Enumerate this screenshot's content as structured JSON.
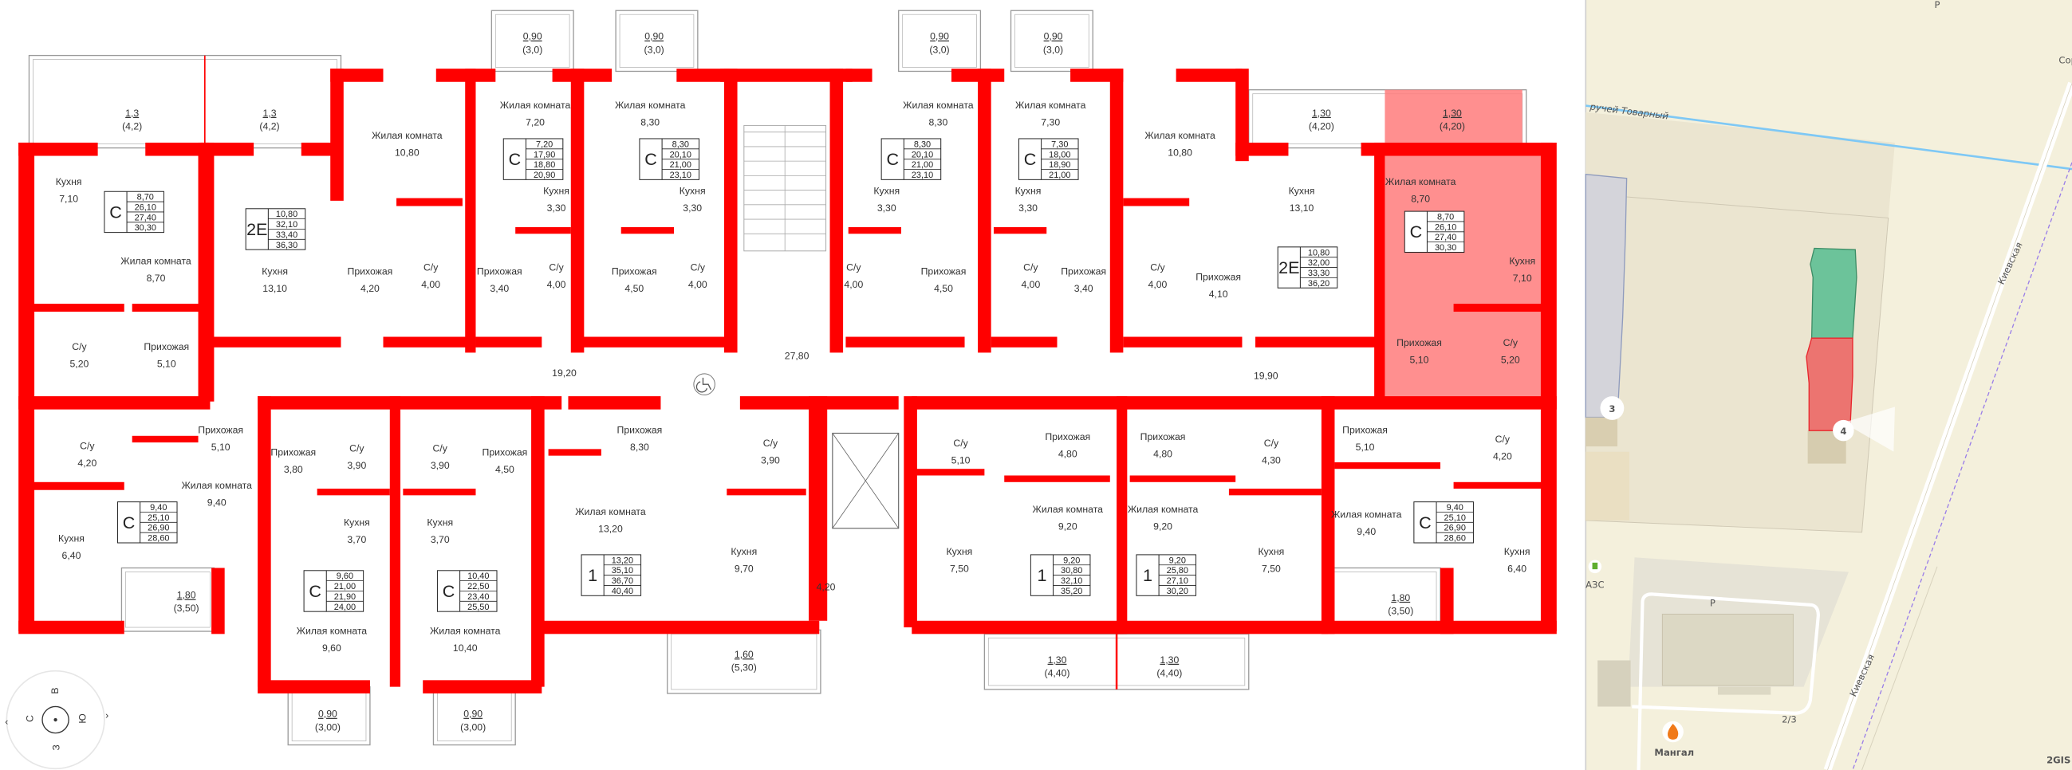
{
  "colors": {
    "wall": "#ff0000",
    "highlight": "#ff7b7b",
    "map_bg": "#f4f0dc",
    "river": "#7ec8f5",
    "building_selected": "#ec7470",
    "building_other": "#6cc39a"
  },
  "plan": {
    "apartments": [
      {
        "type": "С",
        "areas": [
          "8,70",
          "26,10",
          "27,40",
          "30,30"
        ],
        "rooms": [
          {
            "name": "Кухня",
            "area": "7,10"
          },
          {
            "name": "Жилая комната",
            "area": "8,70"
          },
          {
            "name": "С/у",
            "area": "5,20"
          },
          {
            "name": "Прихожая",
            "area": "5,10"
          }
        ],
        "balcony": {
          "area": "1,3",
          "total": "(4,2)"
        }
      },
      {
        "type": "2Е",
        "areas": [
          "10,80",
          "32,10",
          "33,40",
          "36,30"
        ],
        "rooms": [
          {
            "name": "Жилая комната",
            "area": "10,80"
          },
          {
            "name": "Кухня",
            "area": "13,10"
          },
          {
            "name": "Прихожая",
            "area": "4,20"
          },
          {
            "name": "С/у",
            "area": "4,00"
          }
        ],
        "balcony": {
          "area": "1,3",
          "total": "(4,2)"
        }
      },
      {
        "type": "С",
        "areas": [
          "7,20",
          "17,90",
          "18,80",
          "20,90"
        ],
        "rooms": [
          {
            "name": "Жилая комната",
            "area": "7,20"
          },
          {
            "name": "Кухня",
            "area": "3,30"
          },
          {
            "name": "Прихожая",
            "area": "3,40"
          },
          {
            "name": "С/у",
            "area": "4,00"
          }
        ],
        "balcony": {
          "area": "0,90",
          "total": "(3,0)"
        }
      },
      {
        "type": "С",
        "areas": [
          "8,30",
          "20,10",
          "21,00",
          "23,10"
        ],
        "rooms": [
          {
            "name": "Жилая комната",
            "area": "8,30"
          },
          {
            "name": "Кухня",
            "area": "3,30"
          },
          {
            "name": "Прихожая",
            "area": "4,50"
          },
          {
            "name": "С/у",
            "area": "4,00"
          }
        ],
        "balcony": {
          "area": "0,90",
          "total": "(3,0)"
        }
      },
      {
        "type": "С",
        "areas": [
          "8,30",
          "20,10",
          "21,00",
          "23,10"
        ],
        "rooms": [
          {
            "name": "Жилая комната",
            "area": "8,30"
          },
          {
            "name": "Кухня",
            "area": "3,30"
          },
          {
            "name": "С/у",
            "area": "4,00"
          },
          {
            "name": "Прихожая",
            "area": "4,50"
          }
        ],
        "balcony": {
          "area": "0,90",
          "total": "(3,0)"
        }
      },
      {
        "type": "С",
        "areas": [
          "7,30",
          "18,00",
          "18,90",
          "21,00"
        ],
        "rooms": [
          {
            "name": "Жилая комната",
            "area": "7,30"
          },
          {
            "name": "Кухня",
            "area": "3,30"
          },
          {
            "name": "С/у",
            "area": "4,00"
          },
          {
            "name": "Прихожая",
            "area": "3,40"
          }
        ],
        "balcony": {
          "area": "0,90",
          "total": "(3,0)"
        }
      },
      {
        "type": "2Е",
        "areas": [
          "10,80",
          "32,00",
          "33,30",
          "36,20"
        ],
        "rooms": [
          {
            "name": "Жилая комната",
            "area": "10,80"
          },
          {
            "name": "Кухня",
            "area": "13,10"
          },
          {
            "name": "С/у",
            "area": "4,00"
          },
          {
            "name": "Прихожая",
            "area": "4,10"
          }
        ],
        "balcony": {
          "area": "1,30",
          "total": "(4,20)"
        }
      },
      {
        "type": "С",
        "areas": [
          "8,70",
          "26,10",
          "27,40",
          "30,30"
        ],
        "highlighted": true,
        "rooms": [
          {
            "name": "Жилая комната",
            "area": "8,70"
          },
          {
            "name": "Кухня",
            "area": "7,10"
          },
          {
            "name": "Прихожая",
            "area": "5,10"
          },
          {
            "name": "С/у",
            "area": "5,20"
          }
        ],
        "balcony": {
          "area": "1,30",
          "total": "(4,20)"
        }
      },
      {
        "type": "С",
        "areas": [
          "9,40",
          "25,10",
          "26,90",
          "28,60"
        ],
        "rooms": [
          {
            "name": "С/у",
            "area": "4,20"
          },
          {
            "name": "Прихожая",
            "area": "5,10"
          },
          {
            "name": "Жилая комната",
            "area": "9,40"
          },
          {
            "name": "Кухня",
            "area": "6,40"
          }
        ],
        "balcony": {
          "area": "1,80",
          "total": "(3,50)"
        }
      },
      {
        "type": "С",
        "areas": [
          "9,60",
          "21,00",
          "21,90",
          "24,00"
        ],
        "rooms": [
          {
            "name": "Прихожая",
            "area": "3,80"
          },
          {
            "name": "С/у",
            "area": "3,90"
          },
          {
            "name": "Кухня",
            "area": "3,70"
          },
          {
            "name": "Жилая комната",
            "area": "9,60"
          }
        ],
        "balcony": {
          "area": "0,90",
          "total": "(3,00)"
        }
      },
      {
        "type": "С",
        "areas": [
          "10,40",
          "22,50",
          "23,40",
          "25,50"
        ],
        "rooms": [
          {
            "name": "С/у",
            "area": "3,90"
          },
          {
            "name": "Прихожая",
            "area": "4,50"
          },
          {
            "name": "Кухня",
            "area": "3,70"
          },
          {
            "name": "Жилая комната",
            "area": "10,40"
          }
        ],
        "balcony": {
          "area": "0,90",
          "total": "(3,00)"
        }
      },
      {
        "type": "1",
        "areas": [
          "13,20",
          "35,10",
          "36,70",
          "40,40"
        ],
        "rooms": [
          {
            "name": "Прихожая",
            "area": "8,30"
          },
          {
            "name": "Жилая комната",
            "area": "13,20"
          },
          {
            "name": "С/у",
            "area": "3,90"
          },
          {
            "name": "Кухня",
            "area": "9,70"
          }
        ],
        "balcony": {
          "area": "1,60",
          "total": "(5,30)"
        }
      },
      {
        "type": "1",
        "areas": [
          "9,20",
          "30,80",
          "32,10",
          "35,20"
        ],
        "rooms": [
          {
            "name": "С/у",
            "area": "5,10"
          },
          {
            "name": "Прихожая",
            "area": "4,80"
          },
          {
            "name": "Жилая комната",
            "area": "9,20"
          },
          {
            "name": "Кухня",
            "area": "7,50"
          }
        ],
        "balcony": {
          "area": "1,30",
          "total": "(4,40)"
        }
      },
      {
        "type": "1",
        "areas": [
          "9,20",
          "25,80",
          "27,10",
          "30,20"
        ],
        "rooms": [
          {
            "name": "Прихожая",
            "area": "4,80"
          },
          {
            "name": "С/у",
            "area": "4,30"
          },
          {
            "name": "Жилая комната",
            "area": "9,20"
          },
          {
            "name": "Кухня",
            "area": "7,50"
          }
        ],
        "balcony": {
          "area": "1,30",
          "total": "(4,40)"
        }
      },
      {
        "type": "С",
        "areas": [
          "9,40",
          "25,10",
          "26,90",
          "28,60"
        ],
        "rooms": [
          {
            "name": "Прихожая",
            "area": "5,10"
          },
          {
            "name": "С/у",
            "area": "4,20"
          },
          {
            "name": "Жилая комната",
            "area": "9,40"
          },
          {
            "name": "Кухня",
            "area": "6,40"
          }
        ],
        "balcony": {
          "area": "1,80",
          "total": "(3,50)"
        }
      }
    ],
    "common_areas": [
      "27,80",
      "19,20",
      "19,90",
      "4,20"
    ],
    "icons": {
      "accessibility": "wheelchair-icon",
      "elevator": "elevator-shaft",
      "stairs": "staircase"
    }
  },
  "compass": {
    "top": "В",
    "left": "С",
    "right": "Ю",
    "bottom": "З",
    "rotate_left": "‹",
    "rotate_right": "›"
  },
  "map": {
    "stream": "ручей Товарный",
    "street": "Киевская",
    "building_numbers": [
      "3",
      "4"
    ],
    "poi": [
      {
        "name": "АЗС",
        "icon": "fuel-icon"
      },
      {
        "name": "Мангал",
        "icon": "fire-icon"
      }
    ],
    "house_number": "2/3",
    "parking": "P",
    "partial_label": "Сор",
    "logo": "2GIS"
  }
}
